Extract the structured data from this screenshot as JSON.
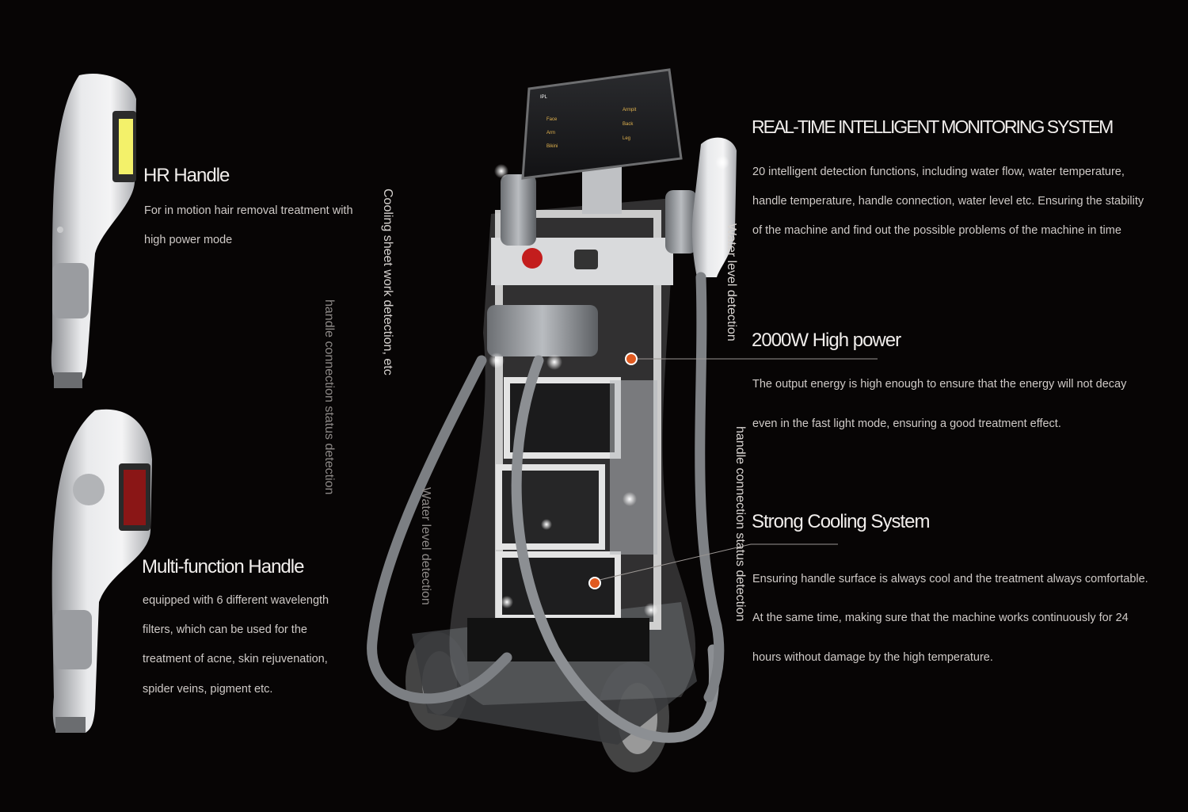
{
  "hr_handle": {
    "title": "HR Handle",
    "lines": [
      "For in motion hair removal treatment with",
      "high power mode"
    ]
  },
  "multi_handle": {
    "title": "Multi-function Handle",
    "lines": [
      "equipped with 6 different wavelength",
      "filters, which can be used for the",
      "treatment of acne, skin rejuvenation,",
      "spider veins, pigment etc."
    ]
  },
  "monitoring": {
    "title": "REAL-TIME INTELLIGENT MONITORING SYSTEM",
    "lines": [
      "20 intelligent detection functions, including water flow, water temperature,",
      "handle temperature, handle connection, water level etc. Ensuring the stability",
      "of the machine and find out the possible problems of the machine in time"
    ]
  },
  "power": {
    "title": "2000W High power",
    "lines": [
      "The output energy is high enough to ensure that the energy will not decay",
      "even in the fast light mode, ensuring a good treatment effect."
    ]
  },
  "cooling": {
    "title": "Strong Cooling System",
    "lines": [
      "Ensuring handle surface is always cool and the treatment always comfortable.",
      "At the same time, making sure that the machine works continuously for 24",
      "hours without damage by the high temperature."
    ]
  },
  "vertical_labels": {
    "cooling_sheet": "Cooling sheet work detection, etc",
    "handle_conn_left": "handle connection status detection",
    "water_level_left": "Water level detection",
    "water_level_right": "Water level detection",
    "handle_conn_right": "handle connection status detection"
  },
  "screen": {
    "mode": "IPL",
    "left_buttons": [
      "Face",
      "Arm",
      "Bikini"
    ],
    "right_buttons": [
      "Armpit",
      "Back",
      "Leg"
    ]
  },
  "colors": {
    "background": "#070505",
    "accent_dot": "#e05a20"
  }
}
